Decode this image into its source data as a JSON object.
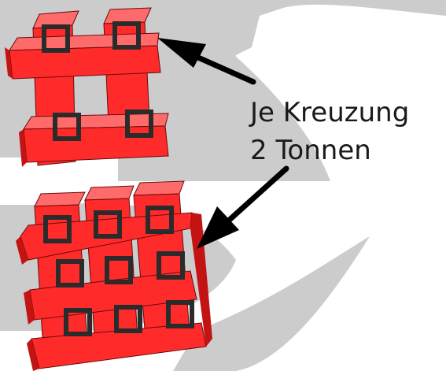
{
  "annotation": {
    "line1": "Je Kreuzung",
    "line2": "2 Tonnen"
  },
  "colors": {
    "background": "#ffffff",
    "backdrop_shape": "#cccccc",
    "beam_front": "#ff2a2a",
    "beam_side": "#c41313",
    "beam_dark_side": "#9a0f0f",
    "beam_edge": "#6a0b0b",
    "joint_marker": "#2b2b2b",
    "arrow": "#000000"
  },
  "structures": [
    {
      "name": "upper-grid-2x2",
      "crossing_count": 4
    },
    {
      "name": "lower-grid-3x3",
      "crossing_count": 9
    }
  ]
}
